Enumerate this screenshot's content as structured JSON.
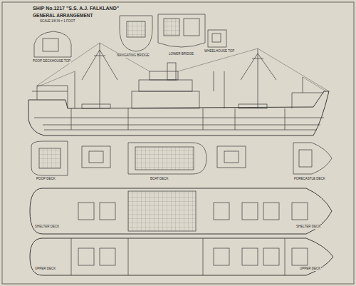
{
  "diagram": {
    "title": "SHIP No.1217 \"S.S. A.J. FALKLAND\"",
    "labels": [
      "GENERAL ARRANGEMENT",
      "SCALE 1/8 IN = 1 FOOT",
      "NAVIGATING BRIDGE",
      "LOWER BRIDGE",
      "WHEELHOUSE TOP",
      "POOP DECKHOUSE TOP",
      "POOP DECK",
      "BOAT DECK",
      "FORECASTLE DECK",
      "SHELTER DECK",
      "SHELTER DECK",
      "UPPER DECK",
      "UPPER DECK"
    ]
  }
}
